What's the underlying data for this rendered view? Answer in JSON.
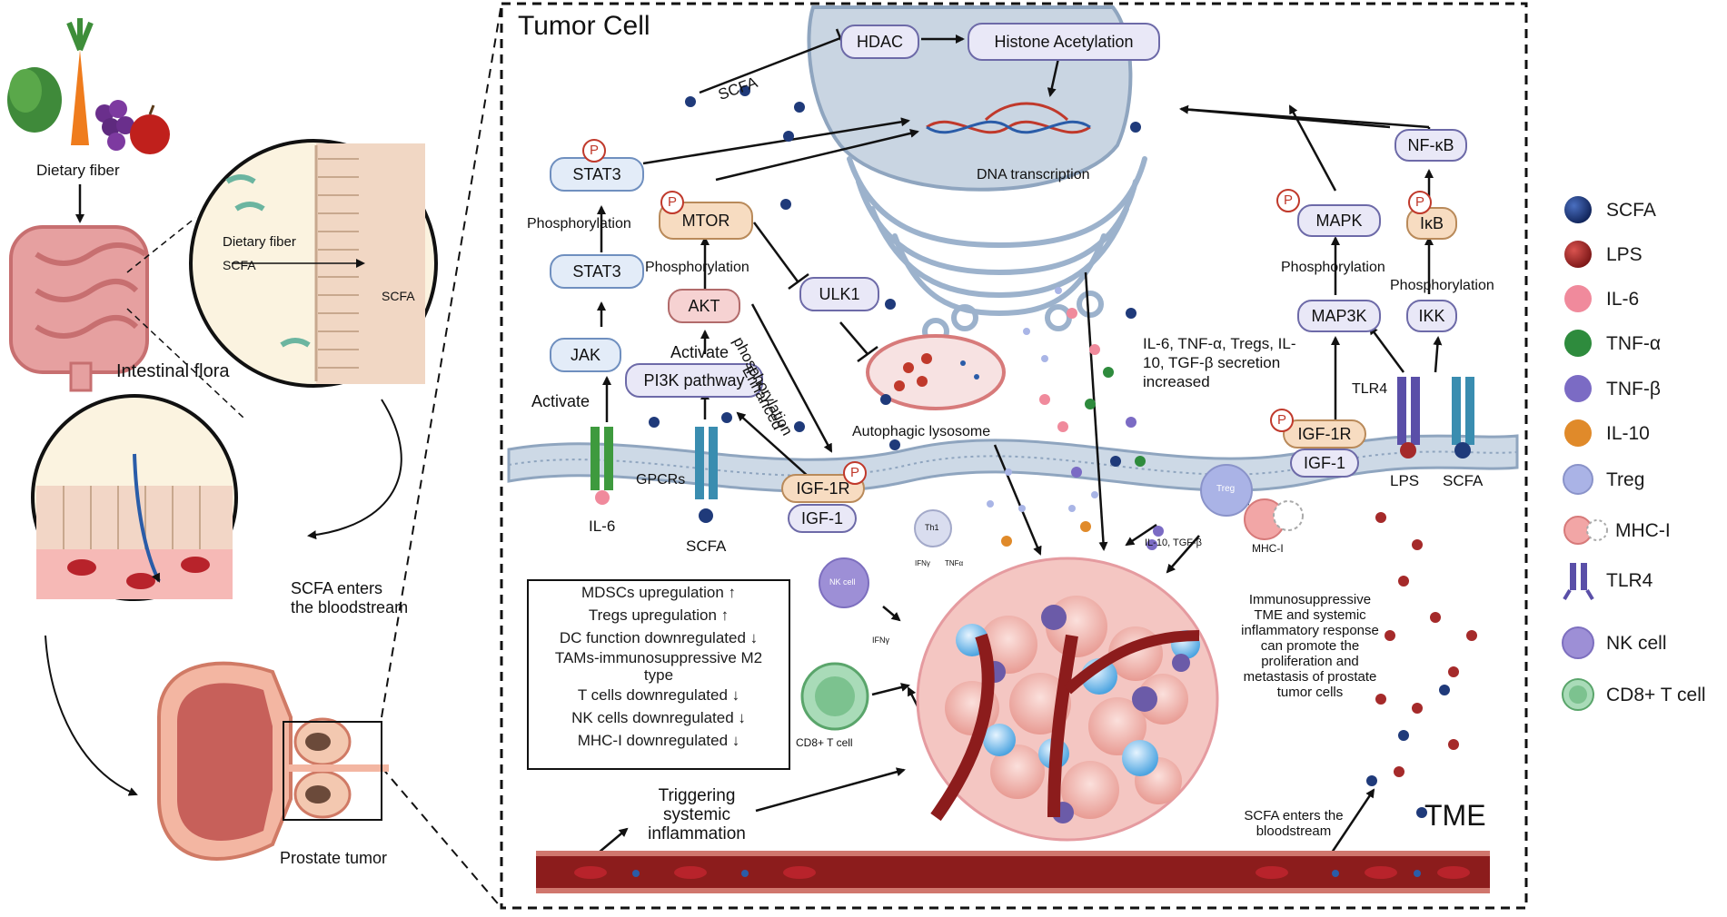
{
  "left_panel": {
    "dietary_fiber": "Dietary fiber",
    "intestinal_flora": "Intestinal flora",
    "zoom_dietary_fiber": "Dietary fiber",
    "zoom_scfa_1": "SCFA",
    "zoom_scfa_2": "SCFA",
    "scfa_bloodstream": "SCFA enters the bloodstream",
    "prostate_tumor": "Prostate tumor"
  },
  "tumor_cell": {
    "title": "Tumor Cell",
    "scfa_inhibit": "SCFA",
    "hdac": "HDAC",
    "histone_acetylation": "Histone Acetylation",
    "dna_transcription": "DNA transcription",
    "stat3_top": "STAT3",
    "stat3_phos": "Phosphorylation",
    "stat3_bottom": "STAT3",
    "jak": "JAK",
    "jak_activate": "Activate",
    "mtor": "MTOR",
    "mtor_phos": "Phosphorylation",
    "akt": "AKT",
    "pi3k_activate": "Activate",
    "pi3k": "PI3K pathway",
    "enhanced_phos_1": "Enhanced",
    "enhanced_phos_2": "phosphorylation",
    "ulk1": "ULK1",
    "autophagic": "Autophagic lysosome",
    "il6_receptor": "IL-6",
    "gpcrs": "GPCRs",
    "scfa_gpcr": "SCFA",
    "igf1r_left": "IGF-1R",
    "igf1_left": "IGF-1",
    "secretion": "IL-6, TNF-α, Tregs, IL-10, TGF-β secretion increased",
    "mapk": "MAPK",
    "mapk_phos": "Phosphorylation",
    "map3k": "MAP3K",
    "nfkb": "NF-κB",
    "ikb": "IκB",
    "ikb_phos": "Phosphorylation",
    "ikk": "IKK",
    "igf1r_right": "IGF-1R",
    "igf1_right": "IGF-1",
    "tlr4": "TLR4",
    "lps": "LPS",
    "scfa_right": "SCFA",
    "p_tag": "P"
  },
  "tme": {
    "title": "TME",
    "treg": "Treg",
    "il10_tgfb": "IL-10, TGF-β",
    "mhc1": "MHC-I",
    "th1": "Th1",
    "ifng_1": "IFNγ",
    "tnfa": "TNFα",
    "nk_cell": "NK cell",
    "ifng_2": "IFNγ",
    "cd8": "CD8+ T cell",
    "immunosuppressive": "Immunosuppressive TME and systemic inflammatory response can promote the proliferation and metastasis of prostate tumor cells",
    "triggering": "Triggering systemic inflammation",
    "scfa_bloodstream": "SCFA enters the bloodstream"
  },
  "effects": [
    "MDSCs upregulation ↑",
    "Tregs upregulation ↑",
    "DC function downregulated ↓",
    "TAMs-immunosuppressive M2",
    "type",
    "T cells downregulated ↓",
    "NK cells downregulated ↓",
    "MHC-I downregulated ↓"
  ],
  "legend": [
    {
      "label": "SCFA",
      "icon": "scfa-dot",
      "color": "#1f3a7a"
    },
    {
      "label": "LPS",
      "icon": "lps-dot",
      "color": "#a52a2a"
    },
    {
      "label": "IL-6",
      "icon": "il6-dot",
      "color": "#f08a9c"
    },
    {
      "label": "TNF-α",
      "icon": "tnfa-dot",
      "color": "#2e8b3d"
    },
    {
      "label": "TNF-β",
      "icon": "tnfb-dot",
      "color": "#7b6bc4"
    },
    {
      "label": "IL-10",
      "icon": "il10-dot",
      "color": "#e08a2a"
    },
    {
      "label": "Treg",
      "icon": "treg-cell",
      "color": "#a9b5e6"
    },
    {
      "label": "MHC-I",
      "icon": "mhc1-cell",
      "color": "#f2a6a6"
    },
    {
      "label": "TLR4",
      "icon": "tlr4-receptor",
      "color": "#5a4fa8"
    },
    {
      "label": "NK cell",
      "icon": "nk-cell",
      "color": "#9d8fd6"
    },
    {
      "label": "CD8+ T cell",
      "icon": "cd8-cell",
      "color": "#7cc28f"
    }
  ]
}
